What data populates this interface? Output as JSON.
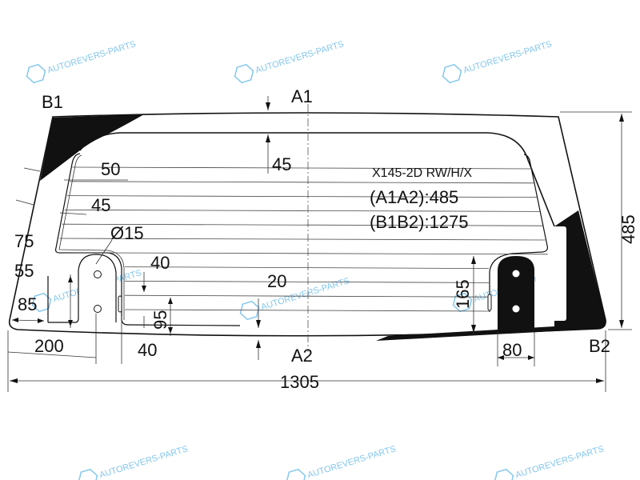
{
  "diagram": {
    "title": "X145-2D RW/H/X",
    "height_label": "(A1A2):485",
    "width_label": "(B1B2):1275",
    "points": {
      "a1": "A1",
      "a2": "A2",
      "b1": "B1",
      "b2": "B2"
    },
    "dimensions": {
      "d45_top": "45",
      "d50": "50",
      "d45_left": "45",
      "d15": "Ø15",
      "d75": "75",
      "d55": "55",
      "d85": "85",
      "d200": "200",
      "d40_bottom": "40",
      "d40": "40",
      "d20": "20",
      "d95": "95",
      "d165": "165",
      "d80": "80",
      "d485": "485",
      "d1305": "1305"
    },
    "watermark": "AUTOREVERS-PARTS",
    "colors": {
      "watermark": "#5ab4e6",
      "ink": "#111111"
    }
  }
}
